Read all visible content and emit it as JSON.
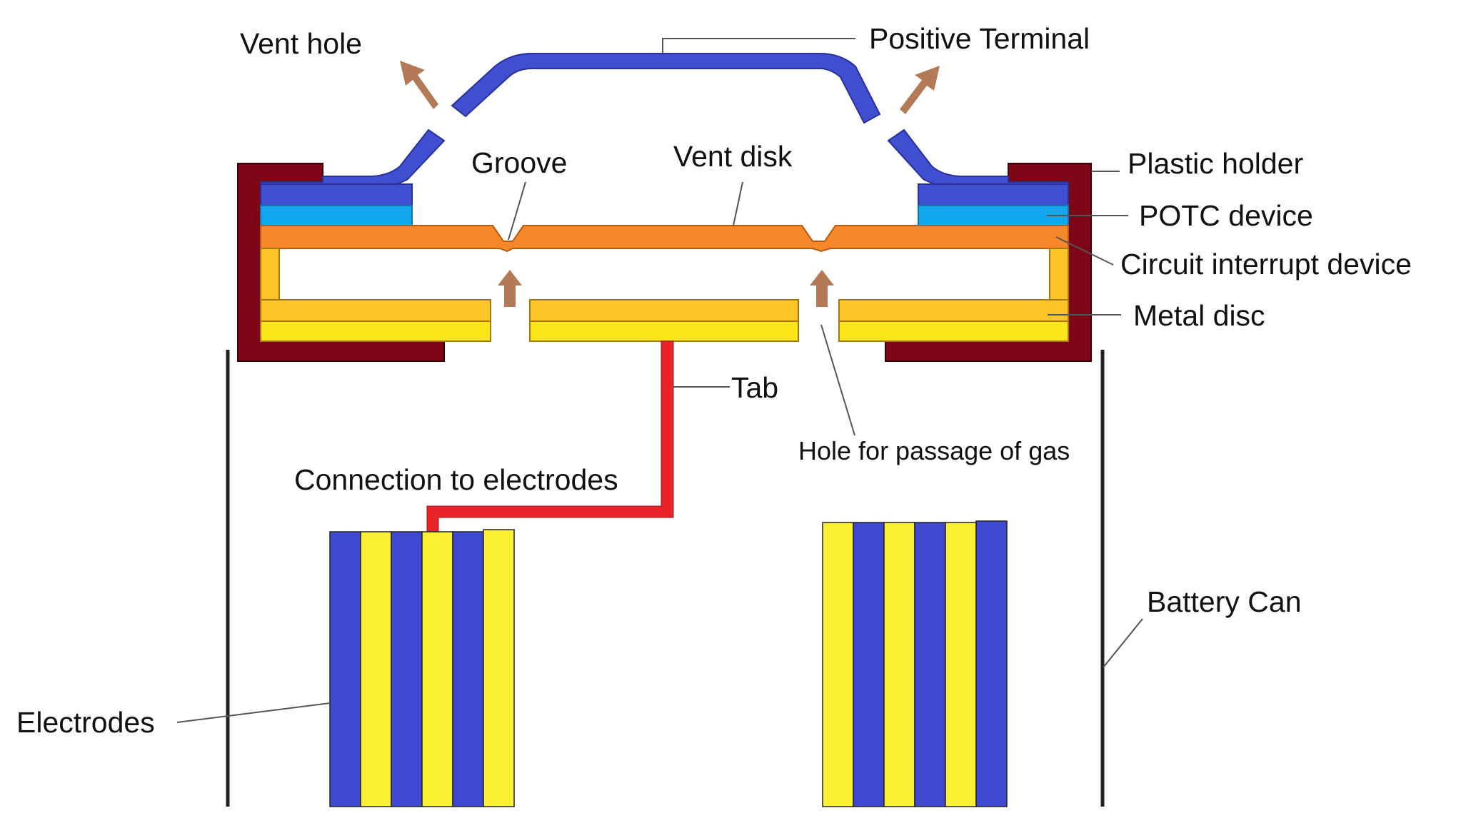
{
  "labels": {
    "vent_hole": "Vent hole",
    "positive_terminal": "Positive Terminal",
    "groove": "Groove",
    "vent_disk": "Vent disk",
    "plastic_holder": "Plastic holder",
    "potc_device": "POTC device",
    "circuit_interrupt_device": "Circuit interrupt device",
    "metal_disc": "Metal disc",
    "tab": "Tab",
    "hole_for_gas": "Hole for passage of gas",
    "connection_to_electrodes": "Connection to electrodes",
    "battery_can": "Battery Can",
    "electrodes": "Electrodes"
  },
  "colors": {
    "terminal_blue": "#3f4fd0",
    "potc_cyan": "#12a7ec",
    "cid_orange": "#f7882a",
    "metal_disc_top": "#fbc428",
    "metal_disc_bottom": "#fbe61a",
    "holder_maroon": "#7d0716",
    "tab_red": "#e8232a",
    "arrow_brown": "#b27a57",
    "electrode_blue": "#3f48d0",
    "electrode_yellow": "#fbf033"
  },
  "icons": {
    "vent_arrow": "arrow-up-right-icon",
    "gas_arrow": "arrow-up-icon"
  }
}
